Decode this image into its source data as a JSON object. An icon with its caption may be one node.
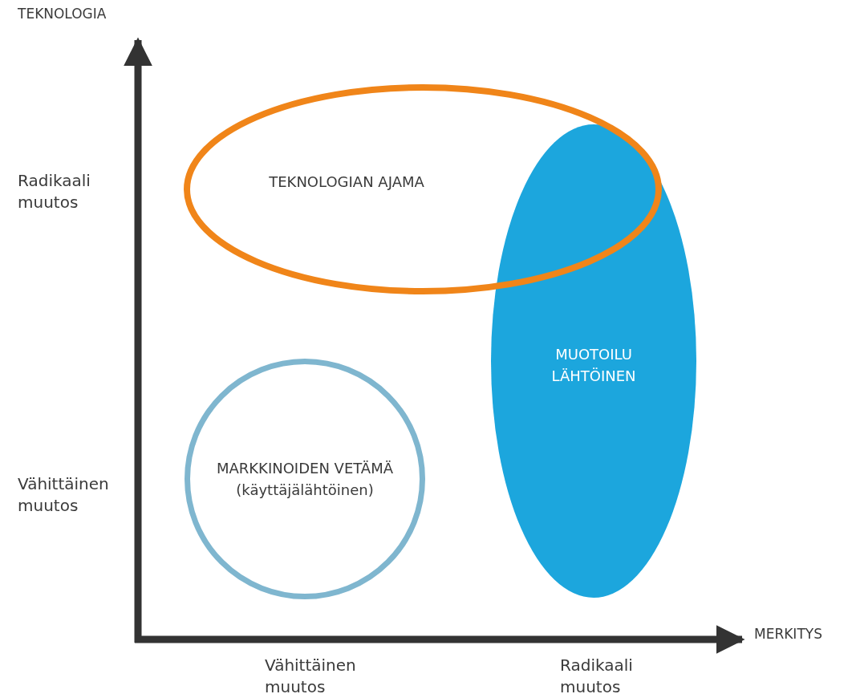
{
  "diagram": {
    "nodes": [
      {
        "text": [
          "TEKNOLOGIAN AJAMA"
        ]
      },
      {
        "text": [
          "MUOTOILU LÄHTÖINEN"
        ]
      },
      {
        "text": [
          "MARKKINOIDEN VETÄMÄ",
          "(käyttäjälähtöinen)"
        ]
      }
    ],
    "edges": [],
    "labels": [
      "TEKNOLOGIA",
      "Radikaali muutos",
      "Vähittäinen muutos",
      "MERKITYS",
      "Vähittäinen muutos",
      "Radikaali muutos"
    ]
  }
}
